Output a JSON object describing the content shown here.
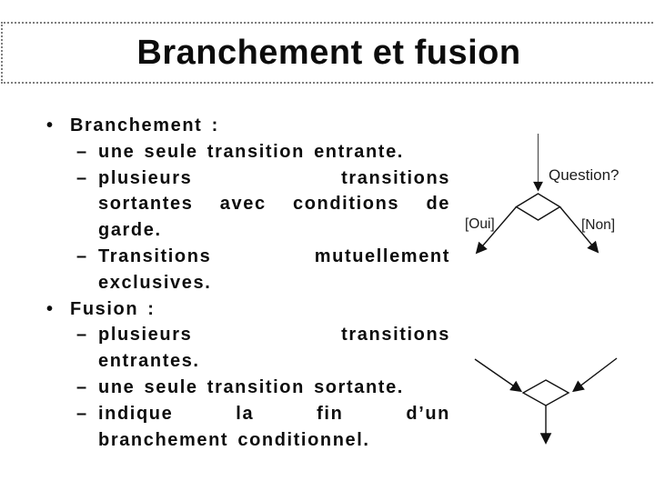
{
  "slide": {
    "title": "Branchement et fusion"
  },
  "content": {
    "items": [
      {
        "marker": "•",
        "level": 1,
        "lines": [
          {
            "t": "Branchement :"
          }
        ]
      },
      {
        "marker": "–",
        "level": 2,
        "lines": [
          {
            "t": "une seule transition entrante."
          }
        ]
      },
      {
        "marker": "–",
        "level": 2,
        "lines": [
          {
            "t": "plusieurs transitions"
          },
          {
            "t": "sortantes avec conditions de"
          },
          {
            "t": "garde."
          }
        ]
      },
      {
        "marker": "–",
        "level": 2,
        "lines": [
          {
            "t": "Transitions mutuellement"
          },
          {
            "t": "exclusives."
          }
        ]
      },
      {
        "marker": "•",
        "level": 1,
        "lines": [
          {
            "t": "Fusion :"
          }
        ]
      },
      {
        "marker": "–",
        "level": 2,
        "lines": [
          {
            "t": "plusieurs transitions"
          },
          {
            "t": "entrantes."
          }
        ]
      },
      {
        "marker": "–",
        "level": 2,
        "lines": [
          {
            "t": "une seule transition sortante."
          }
        ]
      },
      {
        "marker": "–",
        "level": 2,
        "lines": [
          {
            "t": "indique la fin d’un"
          },
          {
            "t": "branchement conditionnel."
          }
        ]
      }
    ]
  },
  "diagrams": {
    "branch": {
      "question_label": "Question?",
      "oui_label": "[Oui]",
      "non_label": "[Non]"
    },
    "merge": {
      "description": "plusieurs transitions entrantes, une transition sortante"
    }
  },
  "colors": {
    "text": "#0d0d0d",
    "dotted_border": "#7e7e7e",
    "diagram_line": "#111111",
    "diagram_line_light": "#4f4f4f"
  }
}
